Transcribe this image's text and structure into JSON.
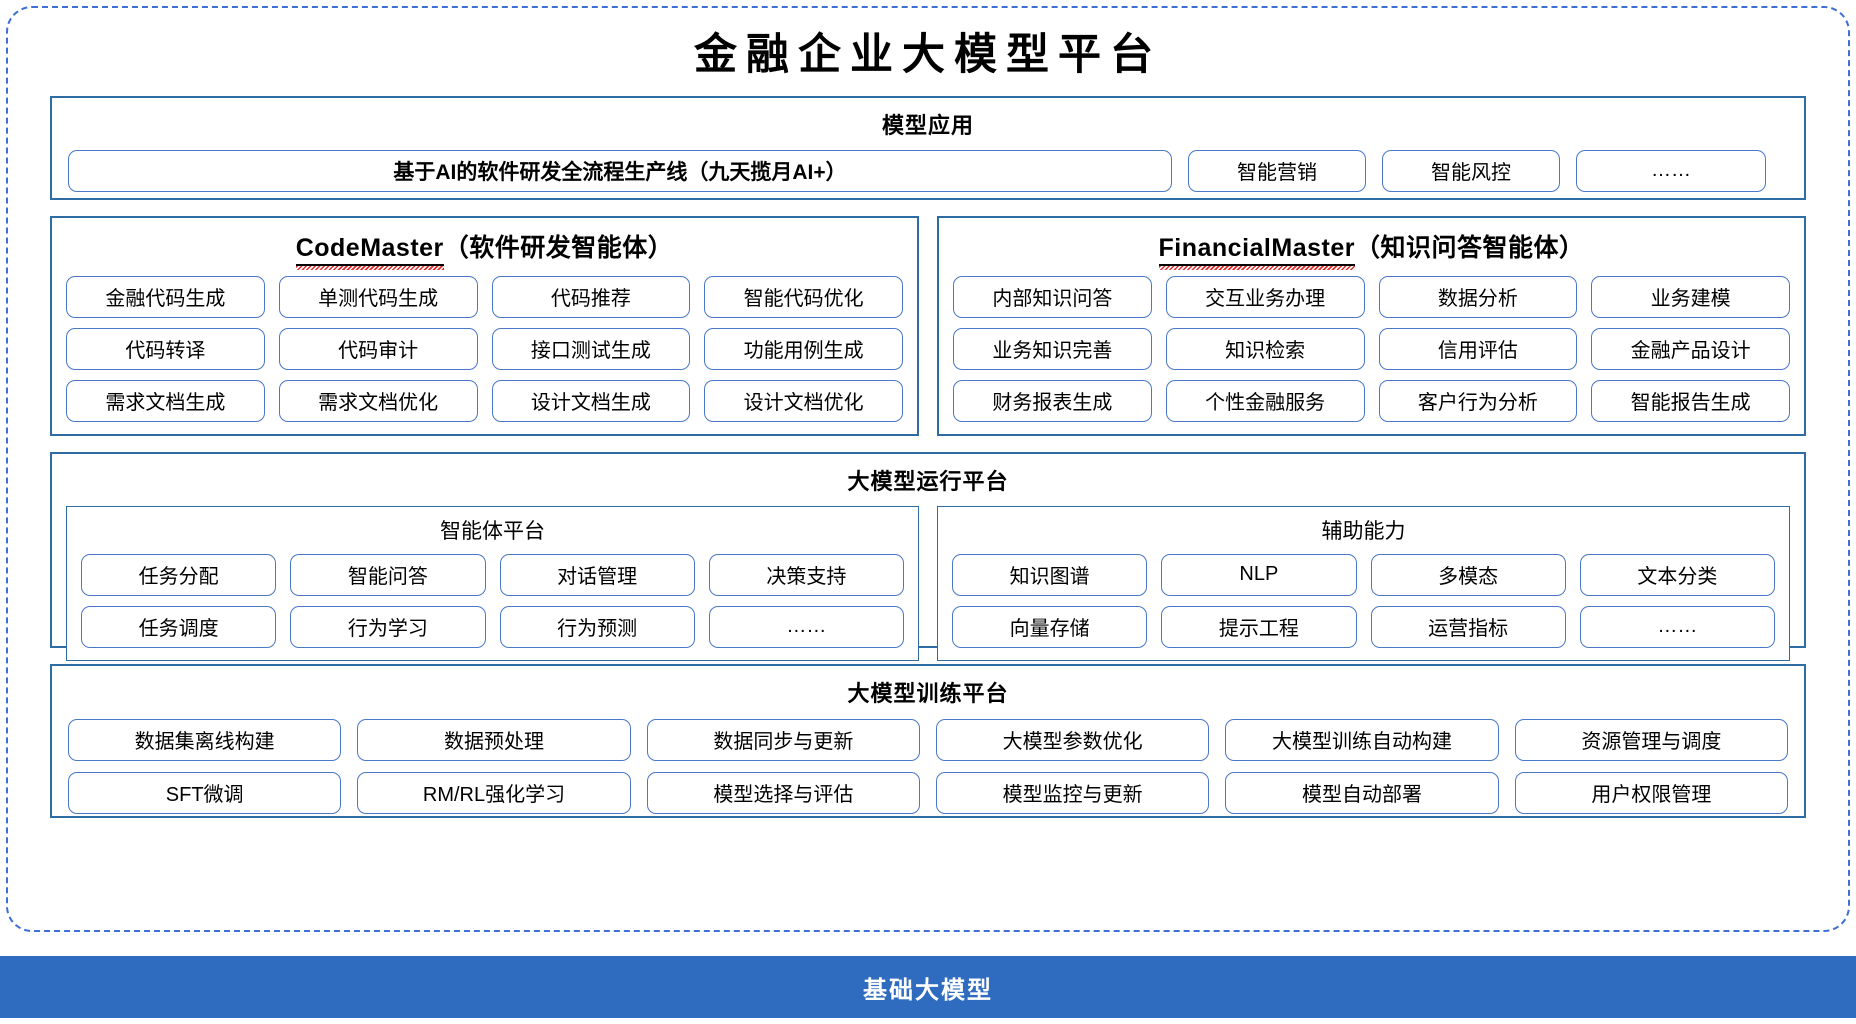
{
  "title": "金融企业大模型平台",
  "colors": {
    "frame_dashed": "#3d6fd4",
    "section_border": "#2e6ca4",
    "pill_border": "#4a78c8",
    "base_bar_bg": "#2f6cbf",
    "spellcheck_squiggle": "#e02020"
  },
  "application": {
    "title": "模型应用",
    "primary": "基于AI的软件研发全流程生产线（九天揽月AI+）",
    "items": [
      "智能营销",
      "智能风控",
      "……"
    ]
  },
  "agents": [
    {
      "name_en": "CodeMaster",
      "name_cn": "（软件研发智能体）",
      "items": [
        "金融代码生成",
        "单测代码生成",
        "代码推荐",
        "智能代码优化",
        "代码转译",
        "代码审计",
        "接口测试生成",
        "功能用例生成",
        "需求文档生成",
        "需求文档优化",
        "设计文档生成",
        "设计文档优化"
      ]
    },
    {
      "name_en": "FinancialMaster",
      "name_cn": "（知识问答智能体）",
      "items": [
        "内部知识问答",
        "交互业务办理",
        "数据分析",
        "业务建模",
        "业务知识完善",
        "知识检索",
        "信用评估",
        "金融产品设计",
        "财务报表生成",
        "个性金融服务",
        "客户行为分析",
        "智能报告生成"
      ]
    }
  ],
  "runtime": {
    "title": "大模型运行平台",
    "panels": [
      {
        "title": "智能体平台",
        "items": [
          "任务分配",
          "智能问答",
          "对话管理",
          "决策支持",
          "任务调度",
          "行为学习",
          "行为预测",
          "……"
        ]
      },
      {
        "title": "辅助能力",
        "items": [
          "知识图谱",
          "NLP",
          "多模态",
          "文本分类",
          "向量存储",
          "提示工程",
          "运营指标",
          "……"
        ]
      }
    ]
  },
  "training": {
    "title": "大模型训练平台",
    "items": [
      "数据集离线构建",
      "数据预处理",
      "数据同步与更新",
      "大模型参数优化",
      "大模型训练自动构建",
      "资源管理与调度",
      "SFT微调",
      "RM/RL强化学习",
      "模型选择与评估",
      "模型监控与更新",
      "模型自动部署",
      "用户权限管理"
    ]
  },
  "base": {
    "label": "基础大模型"
  }
}
